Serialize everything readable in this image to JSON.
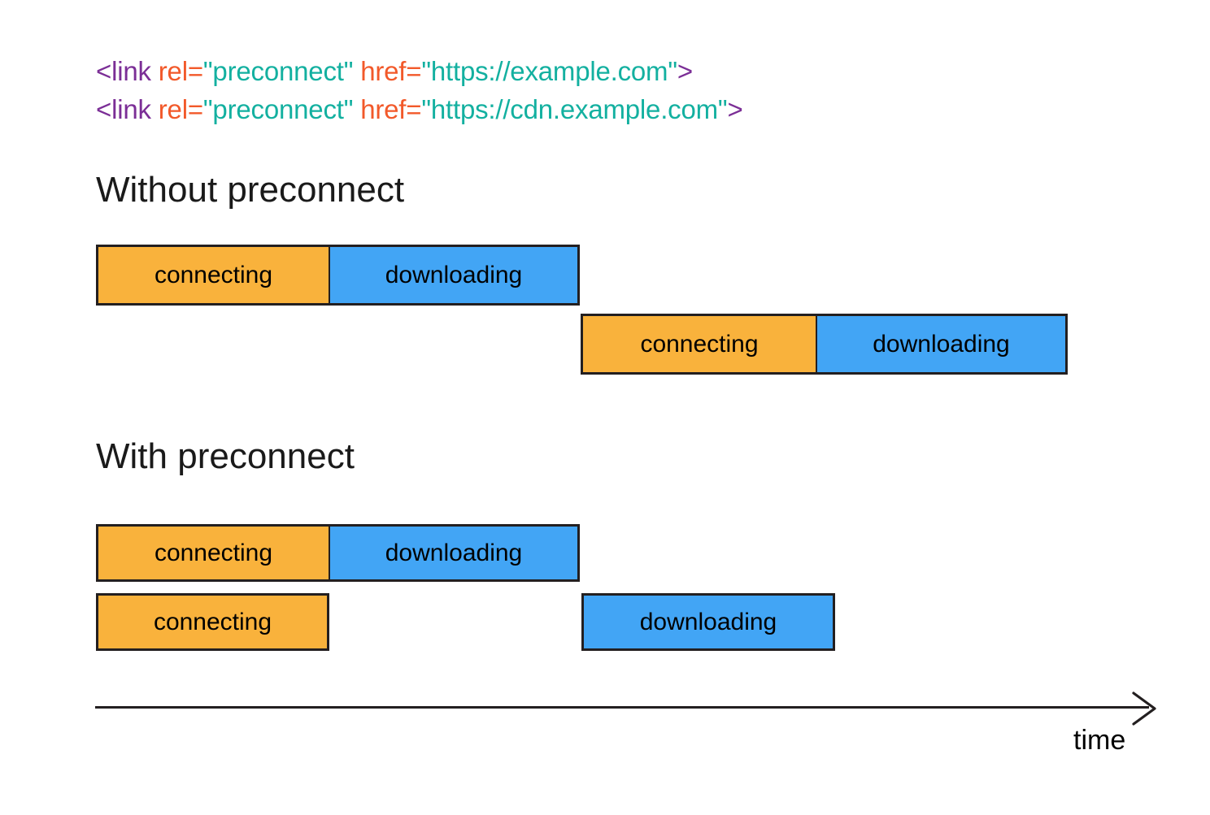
{
  "code": {
    "lines": [
      {
        "tag_open": "<link",
        "attr1": " rel=",
        "val1": "\"preconnect\"",
        "attr2": " href=",
        "val2": "\"https://example.com\"",
        "tag_close": ">"
      },
      {
        "tag_open": "<link",
        "attr1": " rel=",
        "val1": "\"preconnect\"",
        "attr2": " href=",
        "val2": "\"https://cdn.example.com\"",
        "tag_close": ">"
      }
    ],
    "colors": {
      "tag": "#7B2E96",
      "attribute": "#F2592A",
      "value": "#13B0A0"
    }
  },
  "sections": [
    {
      "id": "without",
      "heading": "Without preconnect",
      "rows": [
        {
          "segments": [
            {
              "label": "connecting",
              "kind": "connecting"
            },
            {
              "label": "downloading",
              "kind": "downloading"
            }
          ]
        },
        {
          "segments": [
            {
              "label": "connecting",
              "kind": "connecting"
            },
            {
              "label": "downloading",
              "kind": "downloading"
            }
          ]
        }
      ]
    },
    {
      "id": "with",
      "heading": "With preconnect",
      "rows": [
        {
          "segments": [
            {
              "label": "connecting",
              "kind": "connecting"
            },
            {
              "label": "downloading",
              "kind": "downloading"
            }
          ]
        },
        {
          "segments": [
            {
              "label": "connecting",
              "kind": "connecting"
            },
            {
              "label": "downloading",
              "kind": "downloading"
            }
          ]
        }
      ]
    }
  ],
  "bars": {
    "without_r1_connecting": "connecting",
    "without_r1_downloading": "downloading",
    "without_r2_connecting": "connecting",
    "without_r2_downloading": "downloading",
    "with_r1_connecting": "connecting",
    "with_r1_downloading": "downloading",
    "with_r2_connecting": "connecting",
    "with_r2_downloading": "downloading"
  },
  "axis": {
    "label": "time"
  },
  "palette": {
    "connecting": "#F9B23C",
    "downloading": "#42A5F5",
    "outline": "#231f20",
    "background": "#ffffff"
  }
}
